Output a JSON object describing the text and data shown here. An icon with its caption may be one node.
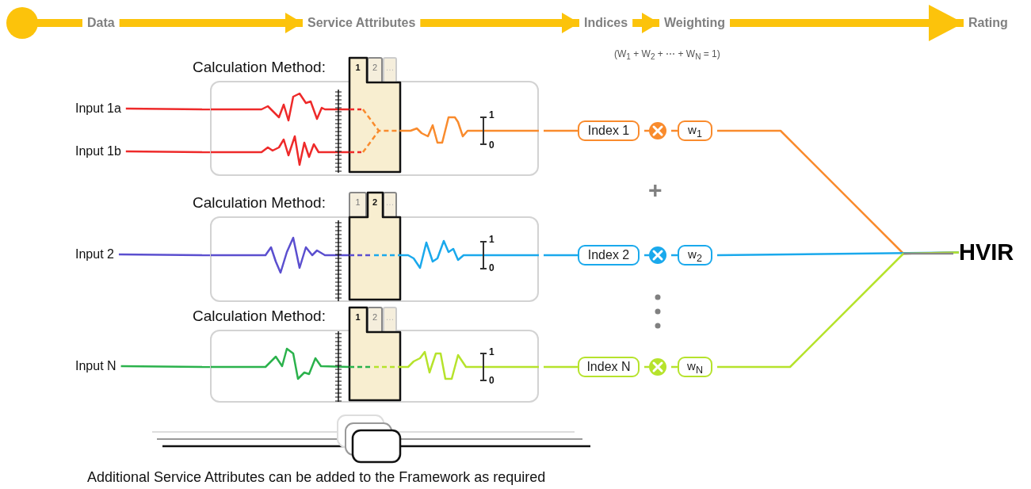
{
  "diagram": {
    "caption": "Additional Service Attributes can be added to the Framework as required",
    "nodes": [
      {
        "text": [],
        "shape": "circle"
      },
      {
        "text": [
          "Data"
        ]
      },
      {
        "text": [
          "Service Attributes"
        ]
      },
      {
        "text": [
          "Indices"
        ]
      },
      {
        "text": [
          "Weighting"
        ]
      },
      {
        "text": [
          "Rating"
        ]
      },
      {
        "text": [
          "Calculation Method:"
        ]
      },
      {
        "text": [
          "1",
          "2",
          "…"
        ]
      },
      {
        "text": [
          "Input 1a"
        ]
      },
      {
        "text": [
          "Input 1b"
        ]
      },
      {
        "text": [
          "Index 1"
        ]
      },
      {
        "text": [],
        "shape": "circle"
      },
      {
        "text": [
          "w$_{1}$"
        ]
      },
      {
        "text": [
          "Calculation Method:"
        ]
      },
      {
        "text": [
          "1",
          "2",
          "…"
        ]
      },
      {
        "text": [
          "Input 2"
        ]
      },
      {
        "text": [
          "Index 2"
        ]
      },
      {
        "text": [],
        "shape": "circle"
      },
      {
        "text": [
          "w$_{2}$"
        ]
      },
      {
        "text": [
          "HVIR"
        ]
      },
      {
        "text": [
          "Calculation Method:"
        ]
      },
      {
        "text": [
          "1",
          "2",
          "…"
        ]
      },
      {
        "text": [
          "Input N"
        ]
      },
      {
        "text": [
          "Index N"
        ]
      },
      {
        "text": [],
        "shape": "circle"
      },
      {
        "text": [
          "w$_{N}$"
        ]
      }
    ],
    "edges": [
      {
        "from": 0,
        "to": 1,
        "arrow": "none",
        "style": "thick",
        "color": "#fcc30b"
      },
      {
        "from": 1,
        "to": 2,
        "arrow": "to",
        "style": "thick",
        "color": "#fcc30b"
      },
      {
        "from": 2,
        "to": 3,
        "arrow": "to",
        "style": "thick",
        "color": "#fcc30b"
      },
      {
        "from": 3,
        "to": 4,
        "arrow": "to",
        "style": "thick",
        "color": "#fcc30b"
      },
      {
        "from": 4,
        "to": 5,
        "arrow": "to",
        "style": "thick",
        "color": "#fcc30b"
      },
      {
        "from": 8,
        "to": 6,
        "arrow": "none",
        "color": "#ee2a2a"
      },
      {
        "from": 9,
        "to": 6,
        "arrow": "none",
        "color": "#ee2a2a"
      },
      {
        "from": 6,
        "to": 10,
        "arrow": "none",
        "color": "#f98b2d"
      },
      {
        "from": 10,
        "to": 11,
        "arrow": "none",
        "color": "#f98b2d"
      },
      {
        "from": 11,
        "to": 12,
        "arrow": "none",
        "color": "#f98b2d"
      },
      {
        "from": 12,
        "to": 19,
        "arrow": "none",
        "color": "#f98b2d"
      },
      {
        "from": 15,
        "to": 13,
        "arrow": "none",
        "color": "#5b4fcf"
      },
      {
        "from": 13,
        "to": 16,
        "arrow": "none",
        "color": "#1aa9ec"
      },
      {
        "from": 16,
        "to": 17,
        "arrow": "none",
        "color": "#1aa9ec"
      },
      {
        "from": 17,
        "to": 18,
        "arrow": "none",
        "color": "#1aa9ec"
      },
      {
        "from": 18,
        "to": 19,
        "arrow": "none",
        "color": "#1aa9ec"
      },
      {
        "from": 22,
        "to": 20,
        "arrow": "none",
        "color": "#2bb24c"
      },
      {
        "from": 20,
        "to": 23,
        "arrow": "none",
        "color": "#b6e32c"
      },
      {
        "from": 23,
        "to": 24,
        "arrow": "none",
        "color": "#b6e32c"
      },
      {
        "from": 24,
        "to": 25,
        "arrow": "none",
        "color": "#b6e32c"
      },
      {
        "from": 25,
        "to": 19,
        "arrow": "none",
        "color": "#b6e32c"
      },
      {
        "from": 6,
        "to": 7,
        "arrow": "none",
        "color": "#ee2a2a"
      },
      {
        "from": 6,
        "to": 7,
        "arrow": "none",
        "color": "#ee2a2a"
      },
      {
        "from": 7,
        "to": 6,
        "arrow": "none",
        "color": "#f98b2d"
      },
      {
        "from": 13,
        "to": 14,
        "arrow": "none",
        "color": "#5b4fcf"
      },
      {
        "from": 14,
        "to": 13,
        "arrow": "none",
        "color": "#1aa9ec"
      },
      {
        "from": 20,
        "to": 21,
        "arrow": "none",
        "color": "#2bb24c"
      },
      {
        "from": 21,
        "to": 20,
        "arrow": "none",
        "color": "#b6e32c"
      }
    ],
    "labels": [
      "(W$_{1}$ + W$_{2}$ + ⋯ + W$_{N}$ = 1)",
      "1",
      "0",
      "1",
      "0",
      "1",
      "0",
      "+"
    ]
  }
}
